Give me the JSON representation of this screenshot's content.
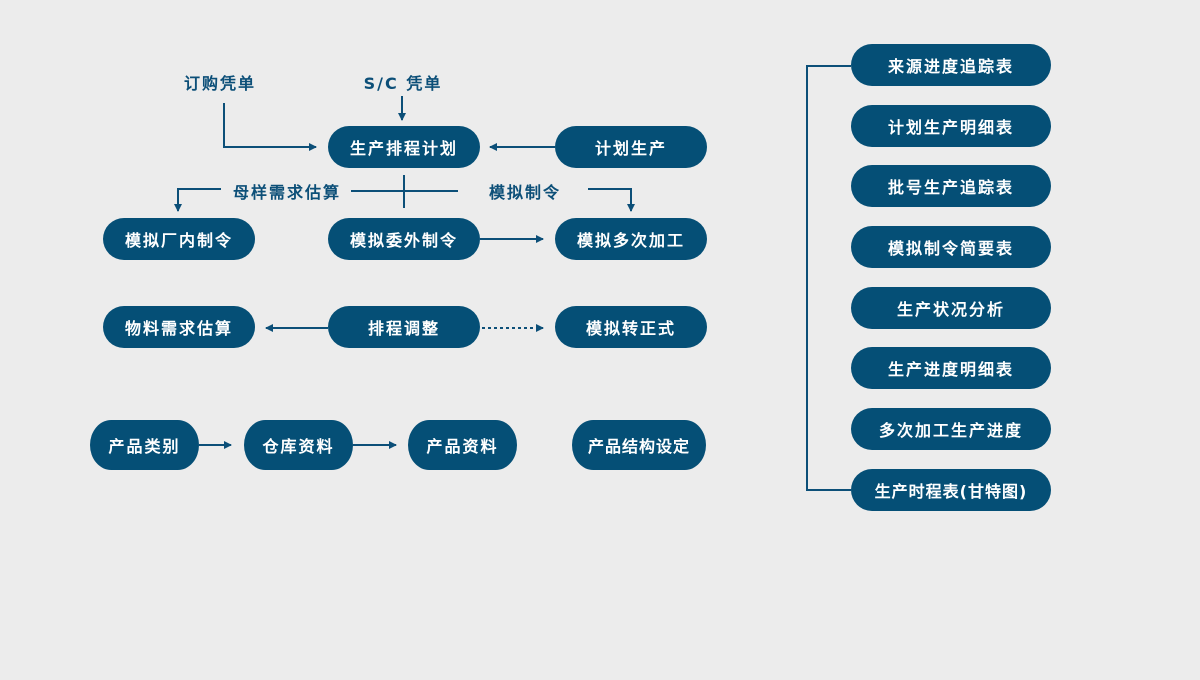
{
  "labels": {
    "purchase_voucher": "订购凭单",
    "sc_voucher": "S/C 凭单",
    "sample_demand": "母样需求估算",
    "sim_order": "模拟制令"
  },
  "flow": {
    "production_schedule": "生产排程计划",
    "plan_production": "计划生产",
    "sim_inhouse_order": "模拟厂内制令",
    "sim_outsource_order": "模拟委外制令",
    "sim_multi_process": "模拟多次加工",
    "material_demand": "物料需求估算",
    "schedule_adjust": "排程调整",
    "sim_to_formal": "模拟转正式",
    "product_category": "产品类别",
    "warehouse_data": "仓库资料",
    "product_data": "产品资料",
    "product_structure": "产品结构设定"
  },
  "reports": [
    "来源进度追踪表",
    "计划生产明细表",
    "批号生产追踪表",
    "模拟制令简要表",
    "生产状况分析",
    "生产进度明细表",
    "多次加工生产进度",
    "生产时程表(甘特图)"
  ],
  "colors": {
    "box": "#054f76",
    "line": "#0c4f78",
    "background": "#ececec"
  }
}
